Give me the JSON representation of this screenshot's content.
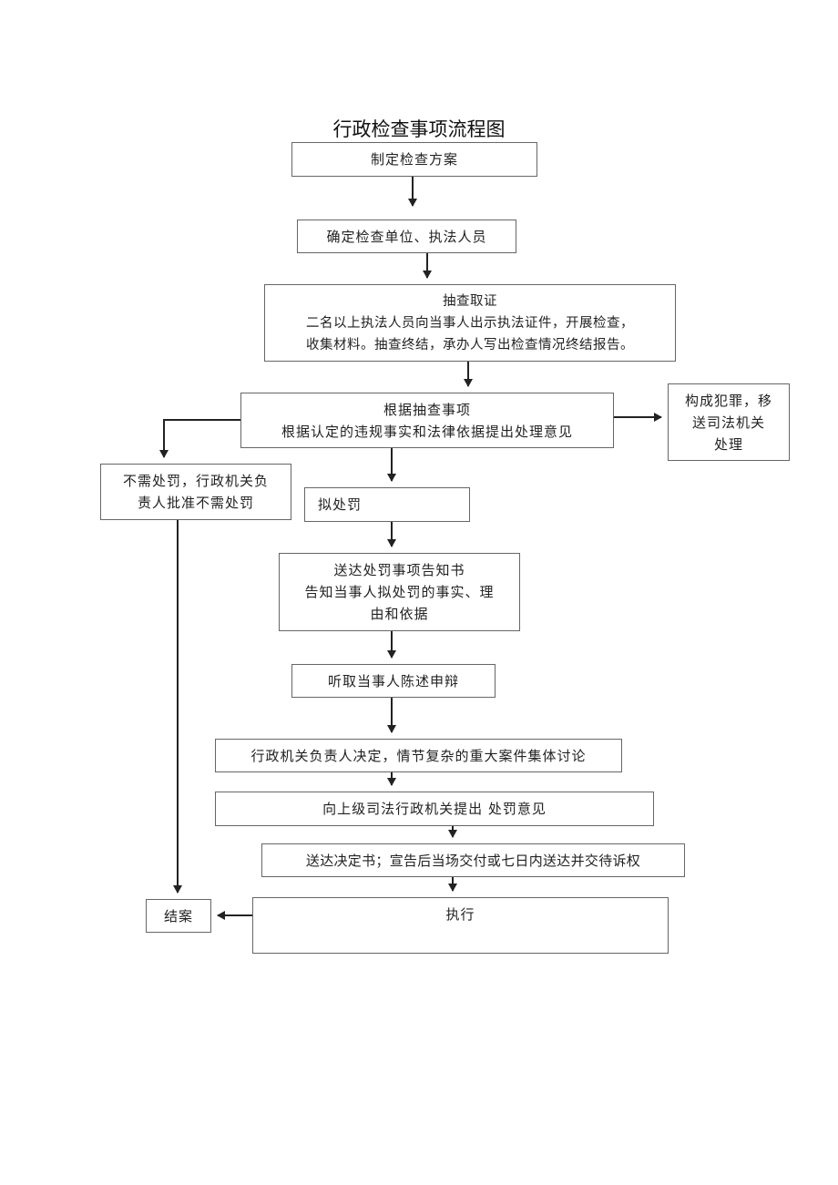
{
  "title": "行政检查事项流程图",
  "nodes": {
    "plan": {
      "lines": [
        "制定检查方案"
      ]
    },
    "confirm": {
      "lines": [
        "确定检查单位、执法人员"
      ]
    },
    "sampling": {
      "lines": [
        "抽查取证",
        "二名以上执法人员向当事人出示执法证件，开展检查，",
        "收集材料。抽查终结，承办人写出检查情况终结报告。"
      ]
    },
    "basis": {
      "lines": [
        "根据抽查事项",
        "根据认定的违规事实和法律依据提出处理意见"
      ]
    },
    "crime": {
      "lines": [
        "构成犯罪，移",
        "送司法机关",
        "处理"
      ]
    },
    "no_penalty": {
      "lines": [
        "不需处罚，行政机关负",
        "责人批准不需处罚"
      ]
    },
    "propose_penalty": {
      "lines": [
        "拟处罚"
      ]
    },
    "notice": {
      "lines": [
        "送达处罚事项告知书",
        "告知当事人拟处罚的事实、理",
        "由和依据"
      ]
    },
    "hearing": {
      "lines": [
        "听取当事人陈述申辩"
      ]
    },
    "decide": {
      "lines": [
        "行政机关负责人决定，情节复杂的重大案件集体讨论"
      ]
    },
    "superior": {
      "lines": [
        "向上级司法行政机关提出 处罚意见"
      ]
    },
    "deliver": {
      "lines": [
        "送达决定书；宣告后当场交付或七日内送达并交待诉权"
      ]
    },
    "close": {
      "lines": [
        "结案"
      ]
    },
    "execute": {
      "lines": [
        "执行"
      ]
    }
  },
  "colors": {
    "line": "#222222",
    "border": "#666666"
  }
}
